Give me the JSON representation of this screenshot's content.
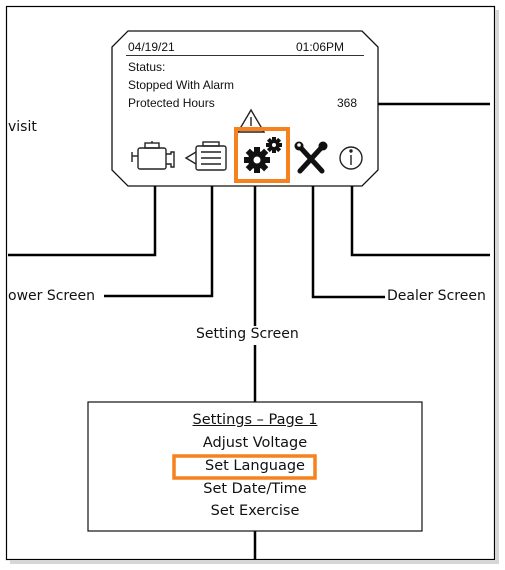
{
  "controller": {
    "date": "04/19/21",
    "time": "01:06PM",
    "status_label": "Status:",
    "status_value": "Stopped With Alarm",
    "protected_hours_label": "Protected Hours",
    "protected_hours_value": "368"
  },
  "connections": {
    "left_top_partial": "visit",
    "power_screen": "ower Screen",
    "dealer_screen": "Dealer Screen",
    "setting_screen": "Setting Screen"
  },
  "settings_menu": {
    "title": "Settings – Page 1",
    "items": [
      "Adjust Voltage",
      "Set Language",
      "Set Date/Time",
      "Set Exercise"
    ]
  },
  "highlight": {
    "color": "#F5821F",
    "selected_icon": "gears-icon",
    "selected_item": "Set Language"
  },
  "icons": [
    "engine-icon",
    "battery-icon",
    "warning-icon",
    "gears-icon",
    "tools-icon",
    "info-icon"
  ]
}
